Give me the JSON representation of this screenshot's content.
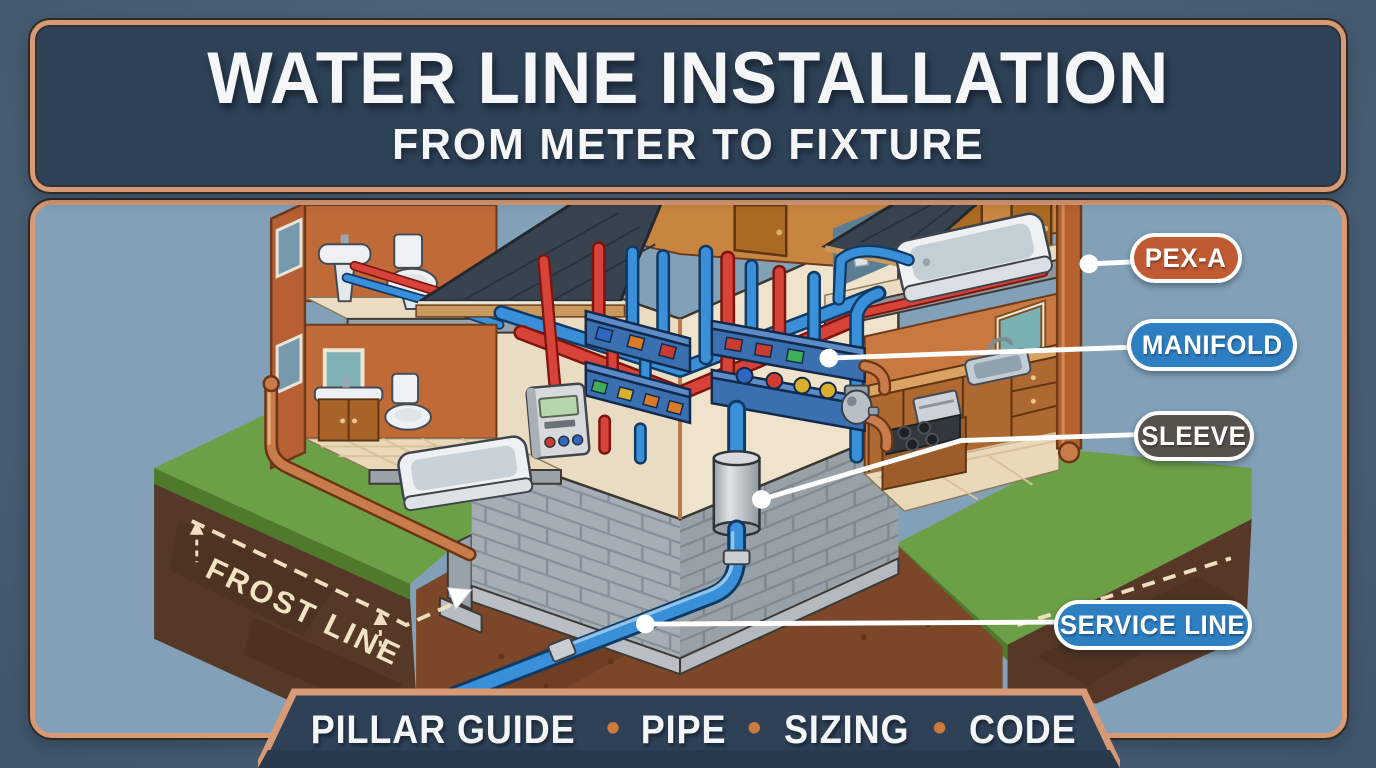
{
  "header": {
    "title": "WATER LINE INSTALLATION",
    "subtitle": "FROM METER TO FIXTURE"
  },
  "callouts": [
    {
      "id": "pex_a",
      "label": "PEX-A",
      "fill": "#c05a32"
    },
    {
      "id": "manifold",
      "label": "MANIFOLD",
      "fill": "#2e7ec2"
    },
    {
      "id": "sleeve",
      "label": "SLEEVE",
      "fill": "#56524b"
    },
    {
      "id": "service_line",
      "label": "SERVICE LINE",
      "fill": "#2e7ec2"
    }
  ],
  "diagram": {
    "frost_line_label": "FROST LINE"
  },
  "footer": {
    "items": [
      "PILLAR GUIDE",
      "PIPE",
      "SIZING",
      "CODE"
    ],
    "separator": "•",
    "separator_color": "#cc7a3d"
  },
  "colors": {
    "background_outer": "#4a637c",
    "panel_sky": "#82a1b8",
    "panel_navy": "#2e4156",
    "border_copper": "#d79a74",
    "pipe_hot": "#d84339",
    "pipe_cold": "#3a8fd9",
    "pipe_copper": "#c97c4b",
    "grass": "#6ca047",
    "soil": "#563827",
    "concrete": "#a6aeb5",
    "frost_dash": "#efdec0",
    "leader_white": "#ffffff"
  }
}
